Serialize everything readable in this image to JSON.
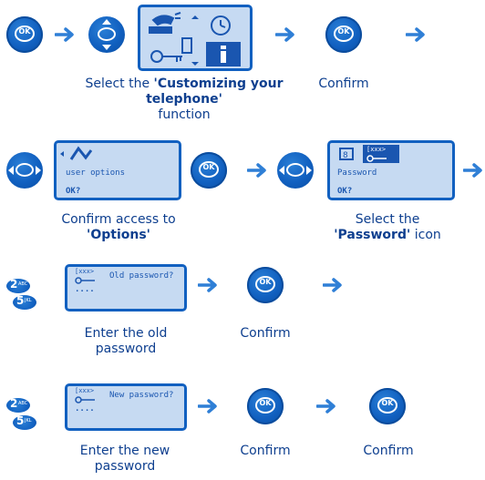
{
  "colors": {
    "accent": "#1160c0",
    "lcd_bg": "#c6daf2",
    "text": "#0e3f8f"
  },
  "buttons": {
    "ok_label": "OK"
  },
  "row1": {
    "caption_select_pre": "Select the ",
    "caption_select_bold": "'Customizing your telephone'",
    "caption_select_post": "function",
    "caption_confirm": "Confirm"
  },
  "row2": {
    "lcd1_line1": "user options",
    "lcd1_line2": "OK?",
    "lcd2_code": "[xxx>",
    "lcd2_line1": "Password",
    "lcd2_line2": "OK?",
    "caption_confirm_access": "Confirm access to",
    "caption_options": "'Options'",
    "caption_select": "Select the",
    "caption_password_bold": "'Password'",
    "caption_icon": " icon"
  },
  "row3": {
    "lcd_code": "[xxx>",
    "lcd_prompt": "Old password?",
    "lcd_dots": "....",
    "caption_enter": "Enter the old password",
    "caption_confirm": "Confirm"
  },
  "row4": {
    "lcd_code": "[xxx>",
    "lcd_prompt": "New password?",
    "lcd_dots": "....",
    "caption_enter": "Enter the new password",
    "caption_confirm1": "Confirm",
    "caption_confirm2": "Confirm"
  },
  "keys": {
    "key2_num": "2",
    "key2_sub": "ABC",
    "key5_num": "5",
    "key5_sub": "JKL"
  },
  "icons": [
    "ok-button-icon",
    "navigator-icon",
    "arrow-right-icon",
    "key-icon",
    "clock-icon",
    "info-icon",
    "phone-icon"
  ]
}
